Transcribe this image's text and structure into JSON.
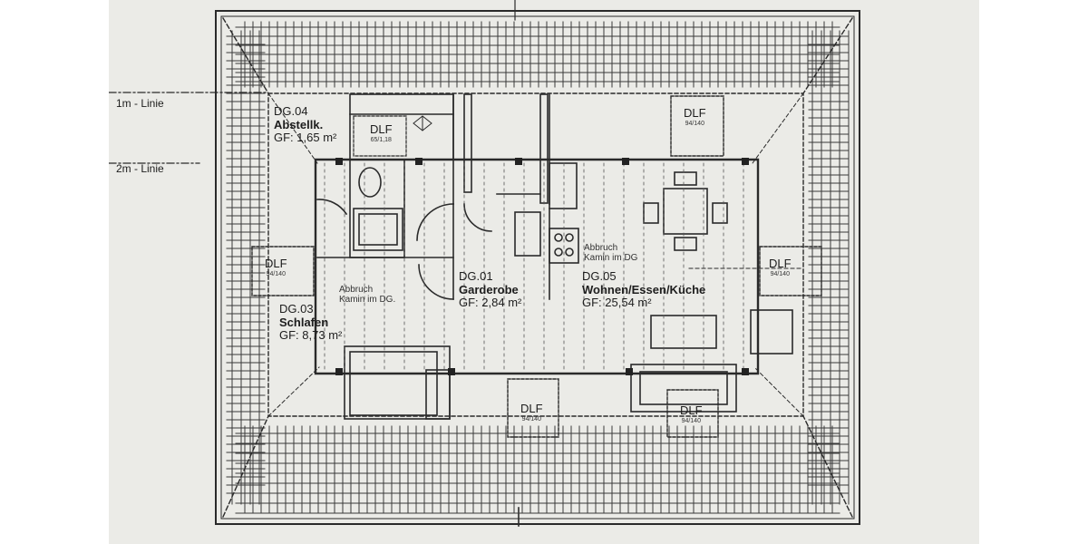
{
  "level_lines": [
    {
      "label": "1m - Linie"
    },
    {
      "label": "2m - Linie"
    }
  ],
  "rooms": [
    {
      "id": "DG.04",
      "name": "Abstellk.",
      "area": "GF: 1,65 m²"
    },
    {
      "id": "DG.03",
      "name": "Schlafen",
      "area": "GF: 8,73 m²"
    },
    {
      "id": "DG.01",
      "name": "Garderobe",
      "area": "GF: 2,84 m²"
    },
    {
      "id": "DG.05",
      "name": "Wohnen/Essen/Küche",
      "area": "GF: 25,54 m²"
    }
  ],
  "notes": [
    {
      "line1": "Abbruch",
      "line2": "Kamin im DG."
    },
    {
      "line1": "Abbruch",
      "line2": "Kamin im DG"
    }
  ],
  "skylights": [
    {
      "label": "DLF",
      "size": "65/1,18"
    },
    {
      "label": "DLF",
      "size": "94/140"
    },
    {
      "label": "DLF",
      "size": "94/140"
    },
    {
      "label": "DLF",
      "size": "94/140"
    },
    {
      "label": "DLF",
      "size": "94/140"
    },
    {
      "label": "DLF",
      "size": "94/140"
    }
  ]
}
